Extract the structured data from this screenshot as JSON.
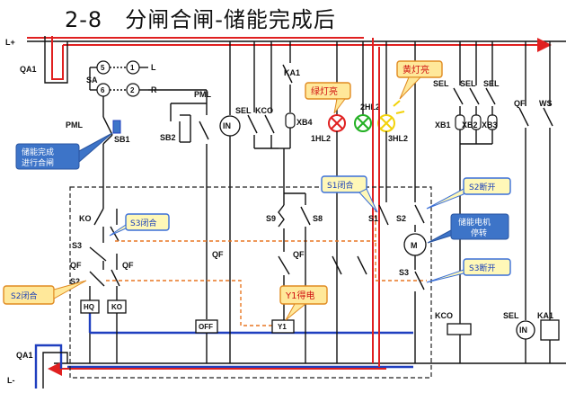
{
  "title": "2-8　分闸合闸-储能完成后",
  "labels": {
    "l_plus": "L+",
    "l_minus": "L-",
    "qa1_top": "QA1",
    "qa1_bottom": "QA1",
    "sa": "SA",
    "sw5": "5",
    "sw1": "1",
    "sw6": "6",
    "sw2": "2",
    "l": "L",
    "r": "R",
    "pml_top": "PML",
    "pml_left": "PML",
    "sb1": "SB1",
    "sb2": "SB2",
    "in1": "IN",
    "sel1": "SEL",
    "kco1": "KCO",
    "ka1_top": "KA1",
    "xb4": "XB4",
    "hl1": "1HL2",
    "hl2": "2HL2",
    "hl3": "3HL2",
    "sel_a": "SEL",
    "sel_b": "SEL",
    "sel_c": "SEL",
    "xb1": "XB1",
    "xb2": "XB2",
    "xb3": "XB3",
    "qf_r": "QF",
    "ws": "WS",
    "ko": "KO",
    "s3_left": "S3",
    "qf_left": "QF",
    "s2_left": "S2",
    "qf_mid": "QF",
    "qf_mid2": "QF",
    "qf_mid3": "QF",
    "s9": "S9",
    "s8": "S8",
    "s1": "S1",
    "s2_right": "S2",
    "s3_right": "S3",
    "motor": "M",
    "hq": "HQ",
    "ko_box": "KO",
    "off": "OFF",
    "y1": "Y1",
    "kco2": "KCO",
    "sel2": "SEL",
    "in2": "IN",
    "ka1_bottom": "KA1"
  },
  "callouts": {
    "green_lamp": "绿灯亮",
    "yellow_lamp": "黄灯亮",
    "storage_done": "储能完成\n进行合闸",
    "s1_closed": "S1闭合",
    "s2_open": "S2断开",
    "s3_closed": "S3闭合",
    "motor_stop": "储能电机\n停转",
    "s3_open": "S3断开",
    "s2_closed": "S2闭合",
    "y1_on": "Y1得电"
  },
  "colors": {
    "energized_path": "#e02020",
    "return_path": "#1f3fbf",
    "callout_border": "#3a6fd8",
    "callout_fill": "#fff8b8",
    "lamp_red": "#e02020",
    "lamp_green": "#22b022",
    "lamp_yellow": "#f2d20a"
  }
}
